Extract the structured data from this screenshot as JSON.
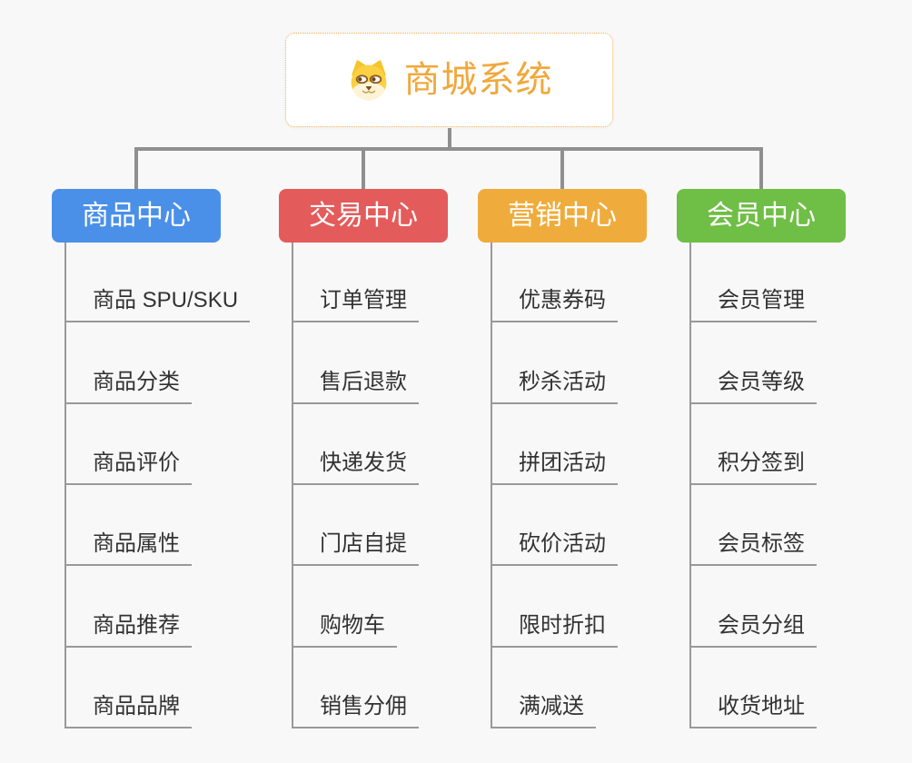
{
  "colors": {
    "background": "#f8f8f8",
    "connector": "#8f8f8f",
    "spine": "#999999"
  },
  "root": {
    "label": "商城系统",
    "icon": "dog-face-icon",
    "text_color": "#f0a83c",
    "border_color": "#f0b050"
  },
  "branches": [
    {
      "label": "商品中心",
      "color": "#4a90e8",
      "children": [
        "商品 SPU/SKU",
        "商品分类",
        "商品评价",
        "商品属性",
        "商品推荐",
        "商品品牌"
      ]
    },
    {
      "label": "交易中心",
      "color": "#e45b5b",
      "children": [
        "订单管理",
        "售后退款",
        "快递发货",
        "门店自提",
        "购物车",
        "销售分佣"
      ]
    },
    {
      "label": "营销中心",
      "color": "#efac3c",
      "children": [
        "优惠券码",
        "秒杀活动",
        "拼团活动",
        "砍价活动",
        "限时折扣",
        "满减送"
      ]
    },
    {
      "label": "会员中心",
      "color": "#6fbe45",
      "children": [
        "会员管理",
        "会员等级",
        "积分签到",
        "会员标签",
        "会员分组",
        "收货地址"
      ]
    }
  ]
}
